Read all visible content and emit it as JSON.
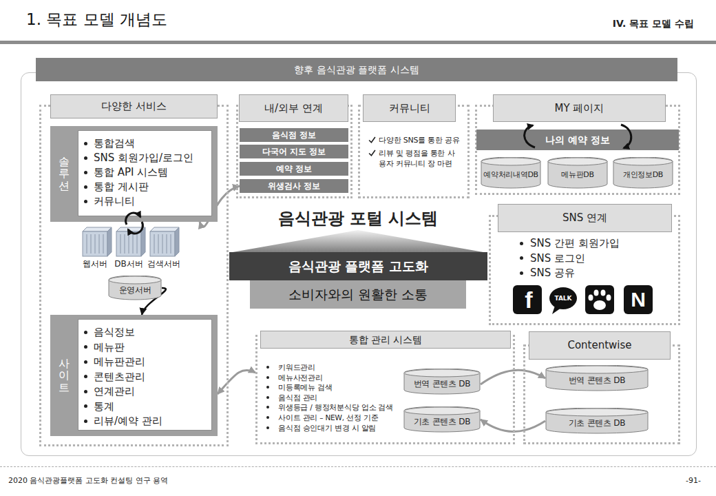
{
  "diagram": {
    "title": "1. 목표 모델 개념도",
    "nodes": [
      {
        "text": [
          "향후 음식관광 플랫폼 시스템"
        ]
      },
      {
        "text": [
          "다양한 서비스"
        ],
        "in": 0
      },
      {
        "text": [
          "솔루션",
          "통합검색",
          "SNS 회원가입/로그인",
          "통합 API 시스템",
          "통합 게시판",
          "커뮤니티"
        ],
        "in": 1
      },
      {
        "text": [
          "운영서버"
        ],
        "in": 1
      },
      {
        "text": [
          "사이트",
          "음식정보",
          "메뉴판",
          "메뉴판관리",
          "콘텐츠관리",
          "연계관리",
          "통계",
          "리뷰/예약 관리"
        ],
        "in": 1
      },
      {
        "text": [
          "내/외부 연계"
        ],
        "in": 0
      },
      {
        "text": [
          "음식점 정보"
        ],
        "in": 5
      },
      {
        "text": [
          "다국어 지도 정보"
        ],
        "in": 5
      },
      {
        "text": [
          "예약 정보"
        ],
        "in": 5
      },
      {
        "text": [
          "위생검사 정보"
        ],
        "in": 5
      },
      {
        "text": [
          "커뮤니티",
          "다양한 SNS를 통한 공유",
          "리뷰 및 평점을 통한 사용자 커뮤니티 장 마련"
        ],
        "in": 0
      },
      {
        "text": [
          "MY 페이지"
        ],
        "in": 0
      },
      {
        "text": [
          "나의 예약 정보"
        ],
        "in": 11
      },
      {
        "text": [
          "예약처리내역DB"
        ],
        "in": 11
      },
      {
        "text": [
          "메뉴판DB"
        ],
        "in": 11
      },
      {
        "text": [
          "개인정보DB"
        ],
        "in": 11
      },
      {
        "text": [
          "음식관광 플랫폼 고도화"
        ],
        "in": 0
      },
      {
        "text": [
          "소비자와의 원활한 소통"
        ],
        "in": 0
      },
      {
        "text": [
          "SNS 연계",
          "SNS 간편 회원가입",
          "SNS 로그인",
          "SNS 공유"
        ],
        "in": 0
      },
      {
        "text": [
          "통합 관리 시스템",
          "키워드관리",
          "메뉴사전관리",
          "미등록메뉴 검색",
          "음식점 관리",
          "위생등급 / 행정처분식당 업소 검색",
          "사이트 관리 – NEW, 선정 기준",
          "음식점 승인대기 변경 시 알림"
        ],
        "in": 0
      },
      {
        "text": [
          "번역 콘텐츠 DB"
        ],
        "in": 19
      },
      {
        "text": [
          "기초 콘텐츠 DB"
        ],
        "in": 19
      },
      {
        "text": [
          "Contentwise"
        ],
        "in": 0
      },
      {
        "text": [
          "번역 콘텐츠 DB"
        ],
        "in": 22
      },
      {
        "text": [
          "기초 콘텐츠 DB"
        ],
        "in": 22
      }
    ],
    "edges": [
      {
        "from": 2,
        "to": 9,
        "arrow": "both"
      },
      {
        "from": 3,
        "to": 4,
        "arrow": "to"
      },
      {
        "from": 4,
        "to": 19,
        "arrow": "both"
      },
      {
        "from": 20,
        "to": 23,
        "arrow": "to"
      },
      {
        "from": 24,
        "to": 21,
        "arrow": "to"
      }
    ],
    "labels": [
      "IV. 목표 모델 수립",
      "웹서버",
      "DB서버",
      "검색서버",
      "음식관광 포털 시스템",
      "f",
      "TALK",
      "N",
      "2020 음식관광플랫폼 고도화 컨설팅 연구 용역",
      "-91-"
    ]
  }
}
